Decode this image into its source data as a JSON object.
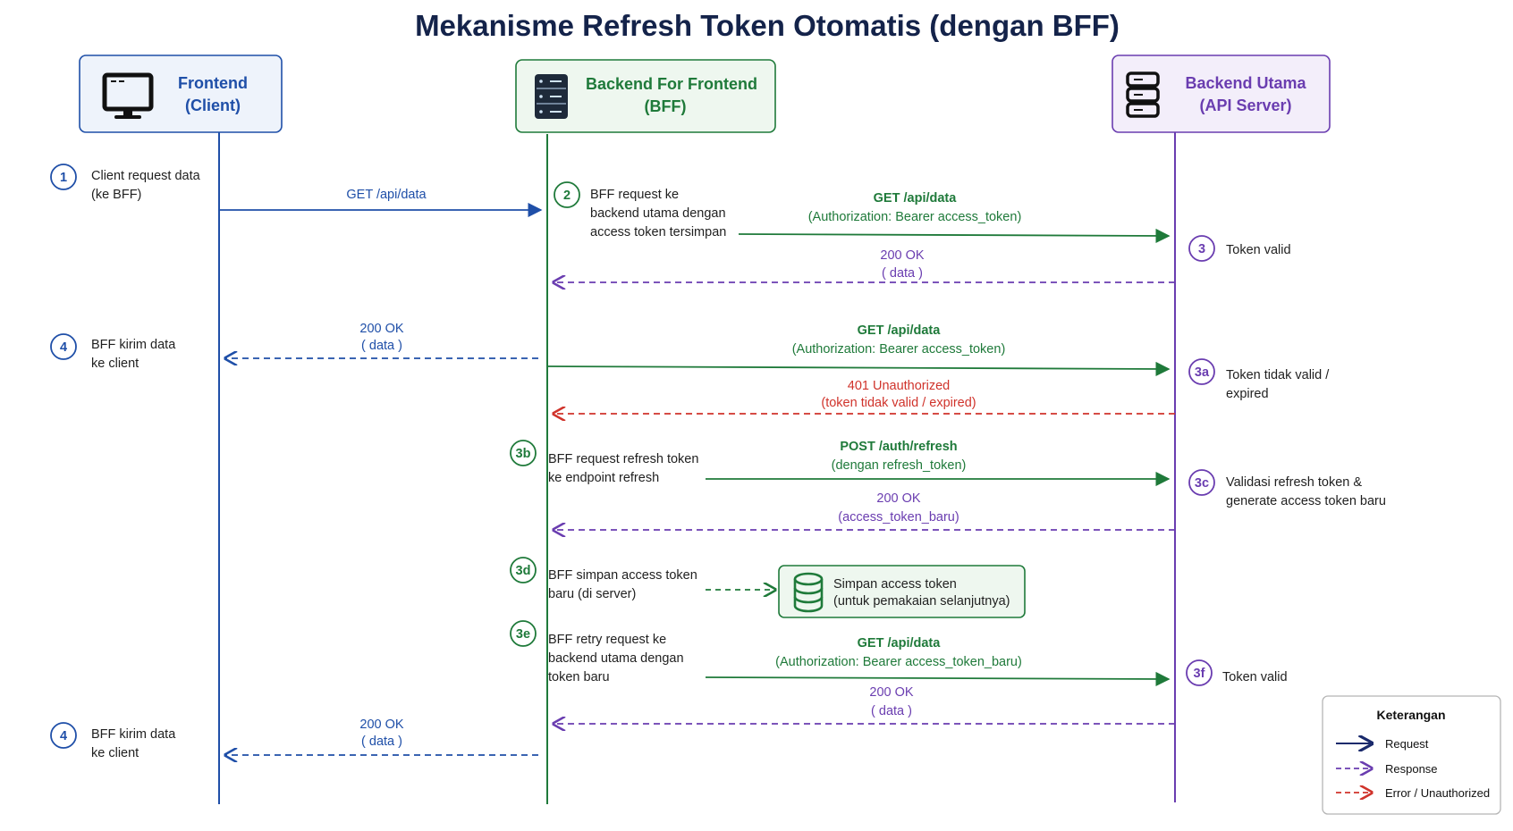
{
  "title": "Mekanisme Refresh Token Otomatis (dengan BFF)",
  "colors": {
    "frontend": "#1f4fa8",
    "bff": "#1f7a3a",
    "api": "#6a3db0",
    "error": "#d0332b",
    "legend_request": "#1a2a6c"
  },
  "actors": {
    "frontend": {
      "line1": "Frontend",
      "line2": "(Client)",
      "icon": "monitor-icon"
    },
    "bff": {
      "line1": "Backend For Frontend",
      "line2": "(BFF)",
      "icon": "server-rack-icon"
    },
    "api": {
      "line1": "Backend Utama",
      "line2": "(API Server)",
      "icon": "server-stack-icon"
    }
  },
  "steps": {
    "s1": {
      "num": "1",
      "lines": [
        "Client request data",
        "(ke BFF)"
      ]
    },
    "s2": {
      "num": "2",
      "lines": [
        "BFF request ke",
        "backend utama dengan",
        "access token tersimpan"
      ]
    },
    "s3": {
      "num": "3",
      "lines": [
        "Token valid"
      ]
    },
    "s4a": {
      "num": "4",
      "lines": [
        "BFF kirim data",
        "ke client"
      ]
    },
    "s3a": {
      "num": "3a",
      "lines": [
        "Token tidak valid /",
        "expired"
      ]
    },
    "s3b": {
      "num": "3b",
      "lines": [
        "BFF request refresh token",
        "ke endpoint refresh"
      ]
    },
    "s3c": {
      "num": "3c",
      "lines": [
        "Validasi refresh token &",
        "generate access token baru"
      ]
    },
    "s3d": {
      "num": "3d",
      "lines": [
        "BFF simpan access token",
        "baru (di server)"
      ]
    },
    "s3e": {
      "num": "3e",
      "lines": [
        "BFF retry request ke",
        "backend utama dengan",
        "token baru"
      ]
    },
    "s3f": {
      "num": "3f",
      "lines": [
        "Token valid"
      ]
    },
    "s4b": {
      "num": "4",
      "lines": [
        "BFF kirim data",
        "ke client"
      ]
    }
  },
  "messages": {
    "m1": {
      "line1": "GET /api/data"
    },
    "m2": {
      "line1": "GET /api/data",
      "line2": "(Authorization: Bearer access_token)"
    },
    "m3": {
      "line1": "200 OK",
      "line2": "( data )"
    },
    "m4": {
      "line1": "200 OK",
      "line2": "( data )"
    },
    "m5": {
      "line1": "GET /api/data",
      "line2": "(Authorization: Bearer access_token)"
    },
    "m6": {
      "line1": "401 Unauthorized",
      "line2": "(token tidak valid / expired)"
    },
    "m7": {
      "line1": "POST /auth/refresh",
      "line2": "(dengan refresh_token)"
    },
    "m8": {
      "line1": "200 OK",
      "line2": "(access_token_baru)"
    },
    "m9": {
      "line1": "GET /api/data",
      "line2": "(Authorization: Bearer access_token_baru)"
    },
    "m10": {
      "line1": "200 OK",
      "line2": "( data )"
    },
    "m11": {
      "line1": "200 OK",
      "line2": "( data )"
    }
  },
  "storage": {
    "line1": "Simpan access token",
    "line2": "(untuk pemakaian selanjutnya)",
    "icon": "database-icon"
  },
  "legend": {
    "title": "Keterangan",
    "items": [
      "Request",
      "Response",
      "Error / Unauthorized"
    ]
  }
}
